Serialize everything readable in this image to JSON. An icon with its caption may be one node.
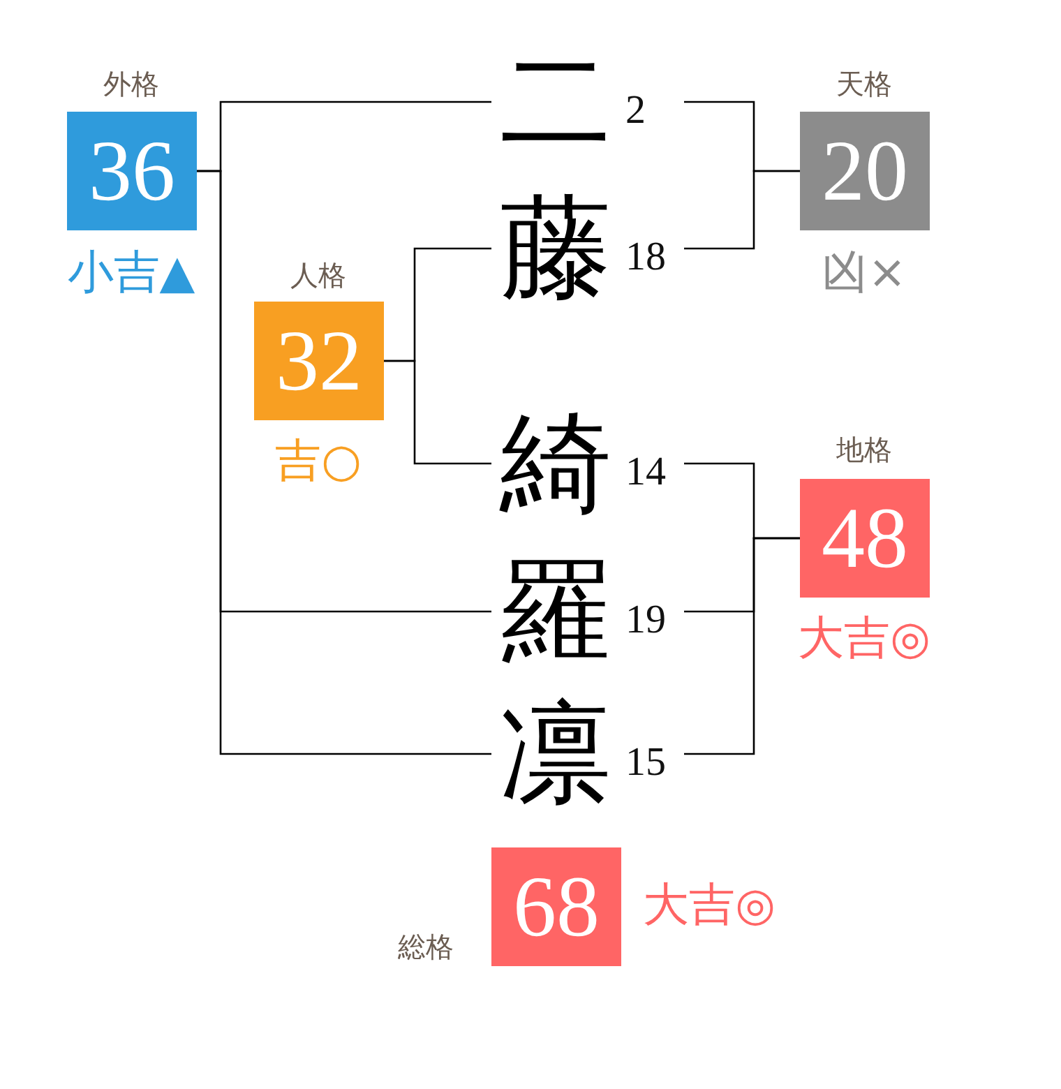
{
  "diagram": {
    "nodes": [
      {
        "text": [
          "二"
        ],
        "beside": [
          "2"
        ]
      },
      {
        "text": [
          "藤"
        ],
        "beside": [
          "18"
        ]
      },
      {
        "text": [
          "綺"
        ],
        "beside": [
          "14"
        ]
      },
      {
        "text": [
          "羅"
        ],
        "beside": [
          "19"
        ]
      },
      {
        "text": [
          "凛"
        ],
        "beside": [
          "15"
        ]
      },
      {
        "text": [
          "外格",
          "36"
        ],
        "beside": [
          "小吉▲"
        ]
      },
      {
        "text": [
          "人格",
          "32"
        ],
        "beside": [
          "吉○"
        ]
      },
      {
        "text": [
          "天格",
          "20"
        ],
        "beside": [
          "凶×"
        ]
      },
      {
        "text": [
          "地格",
          "48"
        ],
        "beside": [
          "大吉◎"
        ]
      },
      {
        "text": [
          "総格",
          "68"
        ],
        "beside": [
          "大吉◎"
        ]
      }
    ],
    "edges": [
      {
        "from": 0,
        "to": 7,
        "arrow": "none"
      },
      {
        "from": 1,
        "to": 7,
        "arrow": "none"
      },
      {
        "from": 1,
        "to": 6,
        "arrow": "none"
      },
      {
        "from": 2,
        "to": 6,
        "arrow": "none"
      },
      {
        "from": 2,
        "to": 8,
        "arrow": "none"
      },
      {
        "from": 3,
        "to": 8,
        "arrow": "none"
      },
      {
        "from": 4,
        "to": 8,
        "arrow": "none"
      },
      {
        "from": 0,
        "to": 5,
        "arrow": "none"
      },
      {
        "from": 3,
        "to": 5,
        "arrow": "none"
      },
      {
        "from": 4,
        "to": 5,
        "arrow": "none"
      }
    ]
  }
}
